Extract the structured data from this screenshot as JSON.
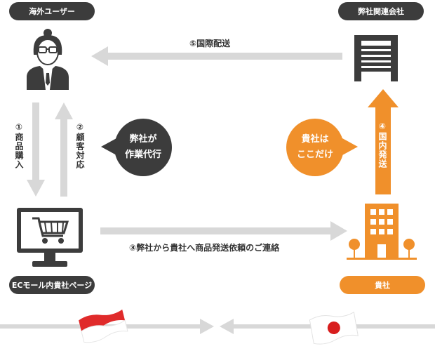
{
  "nodes": {
    "overseas_user": "海外ユーザー",
    "partner": "弊社関連会社",
    "ec_page": "ECモール内貴社ページ",
    "client": "貴社"
  },
  "steps": {
    "s1": "①商品購入",
    "s2": "②顧客対応",
    "s3": "③弊社から貴社へ商品発送依頼のご連絡",
    "s4": "④国内発送",
    "s5": "⑤国際配送"
  },
  "bubbles": {
    "agent_line1": "弊社が",
    "agent_line2": "作業代行",
    "client_line1": "貴社は",
    "client_line2": "ここだけ"
  },
  "colors": {
    "dark": "#3c3c3c",
    "orange": "#f0902b",
    "arrow_gray": "#d8d8d8"
  }
}
